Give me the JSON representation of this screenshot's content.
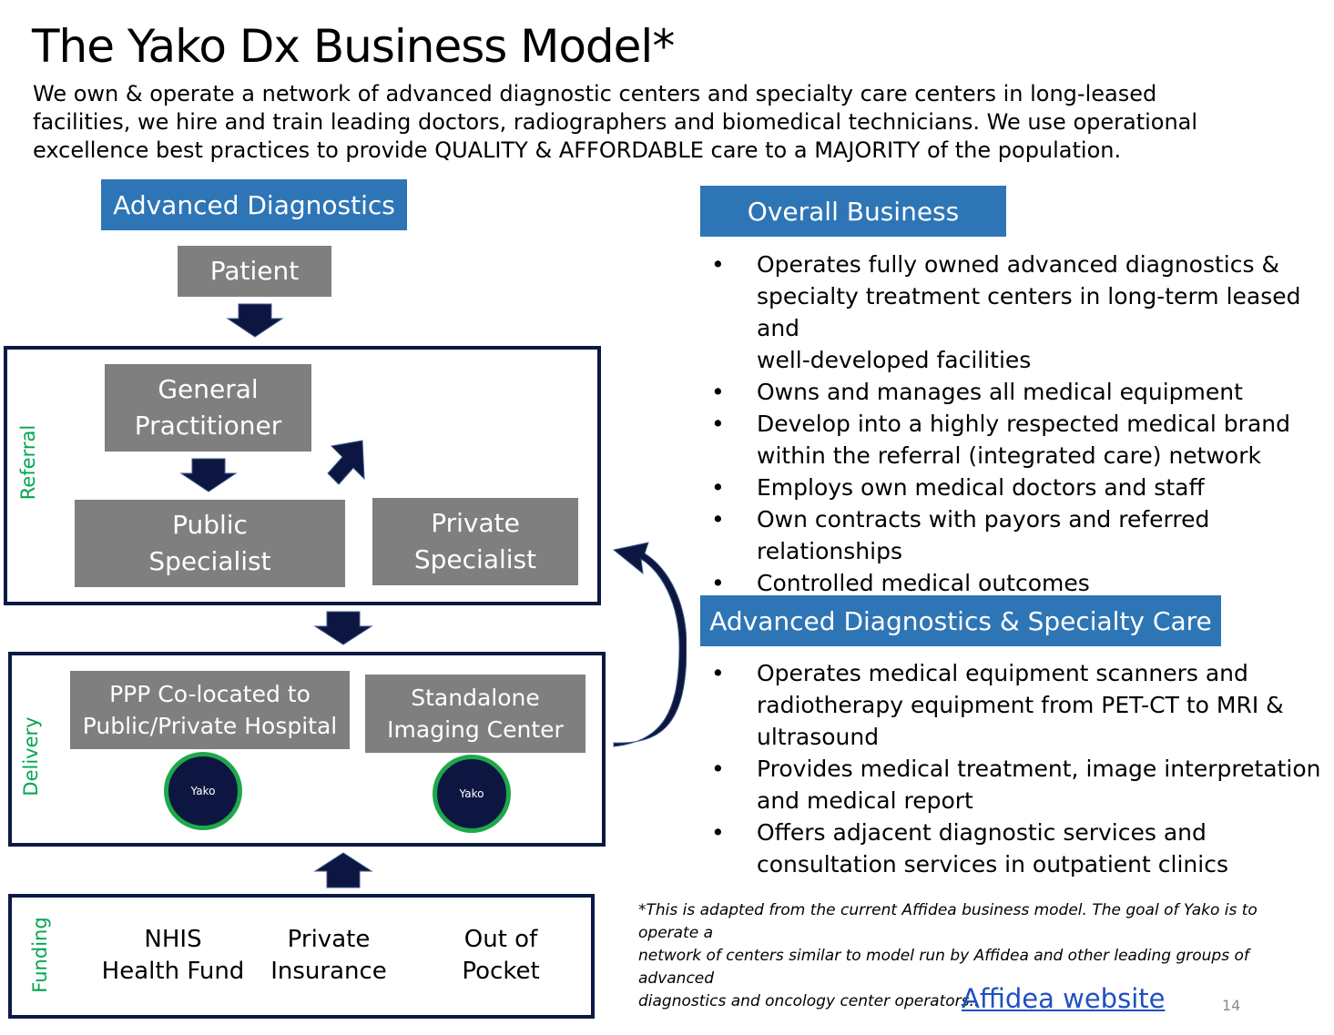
{
  "title": "The Yako Dx Business Model*",
  "intro": [
    "We own & operate a network of advanced diagnostic centers and specialty care centers in long-leased",
    "facilities, we hire and train leading doctors, radiographers and biomedical technicians. We use operational",
    "excellence best practices to provide QUALITY & AFFORDABLE care to a MAJORITY of the population."
  ],
  "left": {
    "header": "Advanced Diagnostics",
    "patient": "Patient",
    "referral": {
      "label": "Referral",
      "gp": [
        "General",
        "Practitioner"
      ],
      "public": [
        "Public",
        "Specialist"
      ],
      "private": [
        "Private",
        "Specialist"
      ]
    },
    "delivery": {
      "label": "Delivery",
      "ppp": [
        "PPP Co-located to",
        "Public/Private Hospital"
      ],
      "standalone": [
        "Standalone",
        "Imaging Center"
      ],
      "badge1": "Yako",
      "badge2": "Yako"
    },
    "funding": {
      "label": "Funding",
      "nhis": [
        "NHIS",
        "Health Fund"
      ],
      "insurance": [
        "Private",
        "Insurance"
      ],
      "pocket": [
        "Out of",
        "Pocket"
      ]
    }
  },
  "overall": {
    "header": "Overall Business",
    "bullets": [
      [
        "Operates fully owned advanced diagnostics &",
        "specialty treatment centers in long-term leased and",
        "well-developed facilities"
      ],
      [
        "Owns and manages all medical equipment"
      ],
      [
        "Develop into a highly respected medical brand",
        "within the referral (integrated care) network"
      ],
      [
        "Employs own medical doctors and staff"
      ],
      [
        "Own contracts with payors and referred",
        "relationships"
      ],
      [
        "Controlled medical outcomes"
      ]
    ]
  },
  "specialty": {
    "header": "Advanced Diagnostics & Specialty Care",
    "bullets": [
      [
        "Operates medical equipment scanners and",
        "radiotherapy equipment from PET-CT to MRI &",
        "ultrasound"
      ],
      [
        "Provides medical treatment, image interpretation",
        "and medical report"
      ],
      [
        "Offers adjacent diagnostic services and",
        "consultation services in outpatient clinics"
      ]
    ]
  },
  "bullet_char": "•",
  "footnote": [
    "*This is adapted from the current Affidea business model. The goal of Yako is to operate a",
    "network of centers similar to model run by Affidea and other leading groups of advanced",
    "diagnostics and oncology center operators.."
  ],
  "link": "Affidea website",
  "page_number": "14",
  "colors": {
    "header_blue": "#2e75b6",
    "box_grey": "#7f7f7f",
    "frame_navy": "#0a1a44",
    "label_green": "#00a651"
  }
}
